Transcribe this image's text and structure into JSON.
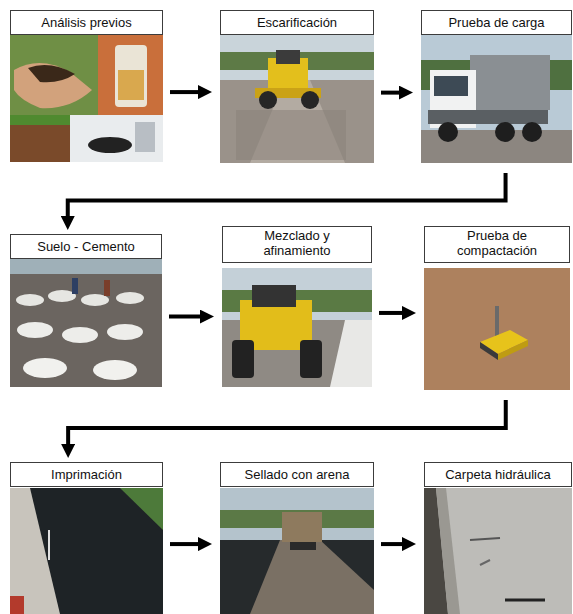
{
  "diagram": {
    "nodes": [
      {
        "text": [
          "Análisis previos"
        ]
      },
      {
        "text": [
          "Escarificación"
        ]
      },
      {
        "text": [
          "Prueba de carga"
        ]
      },
      {
        "text": [
          "Suelo - Cemento"
        ]
      },
      {
        "text": [
          "Mezclado y afinamiento"
        ]
      },
      {
        "text": [
          "Prueba de compactación"
        ]
      },
      {
        "text": [
          "Imprimación"
        ]
      },
      {
        "text": [
          "Sellado con arena"
        ]
      },
      {
        "text": [
          "Carpeta hidráulica"
        ]
      }
    ],
    "edges": [
      {
        "from": 0,
        "to": 1,
        "arrow": "to"
      },
      {
        "from": 1,
        "to": 2,
        "arrow": "to"
      },
      {
        "from": 2,
        "to": 3,
        "arrow": "to"
      },
      {
        "from": 3,
        "to": 4,
        "arrow": "to"
      },
      {
        "from": 4,
        "to": 5,
        "arrow": "to"
      },
      {
        "from": 5,
        "to": 6,
        "arrow": "to"
      },
      {
        "from": 6,
        "to": 7,
        "arrow": "to"
      },
      {
        "from": 7,
        "to": 8,
        "arrow": "to"
      }
    ]
  }
}
